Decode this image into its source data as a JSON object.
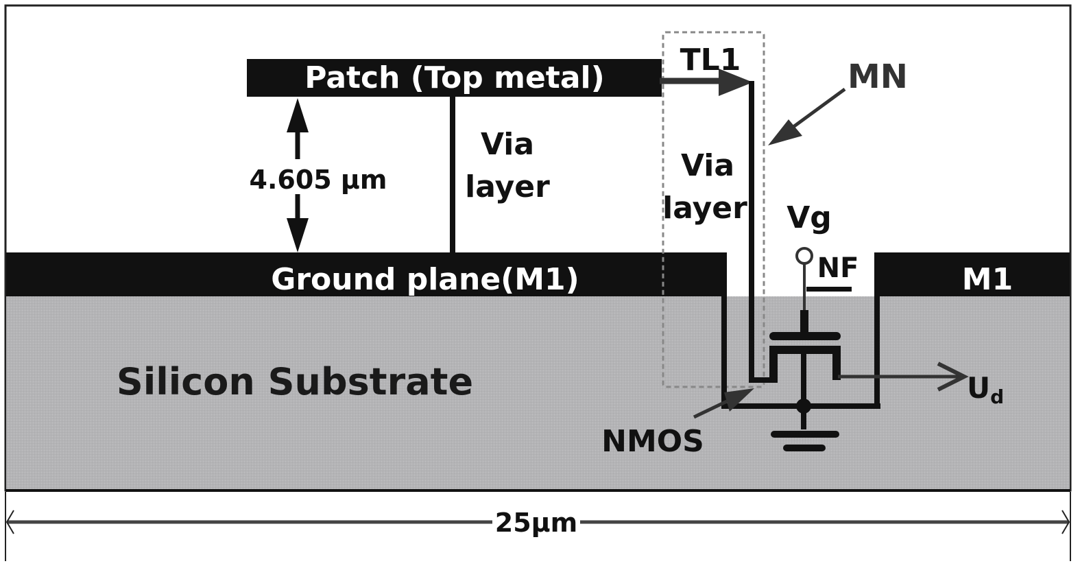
{
  "diagram": {
    "title": "Cross-section of patch antenna with NMOS detector",
    "colors": {
      "metal": "#111111",
      "substrate": "#b4b4b6",
      "background": "#ffffff",
      "arrow_gray": "#333333",
      "dashed_box": "#888888"
    },
    "labels": {
      "patch": "Patch (Top metal)",
      "via_left_line1": "Via",
      "via_left_line2": "layer",
      "via_right_line1": "Via",
      "via_right_line2": "layer",
      "height_dimension": "4.605 μm",
      "ground_plane": "Ground plane(M1)",
      "m1_right": "M1",
      "substrate": "Silicon Substrate",
      "tl1": "TL1",
      "mn": "MN",
      "vg": "Vg",
      "nf": "NF",
      "nmos": "NMOS",
      "ud_main": "U",
      "ud_sub": "d",
      "width_dimension": "25μm"
    }
  }
}
